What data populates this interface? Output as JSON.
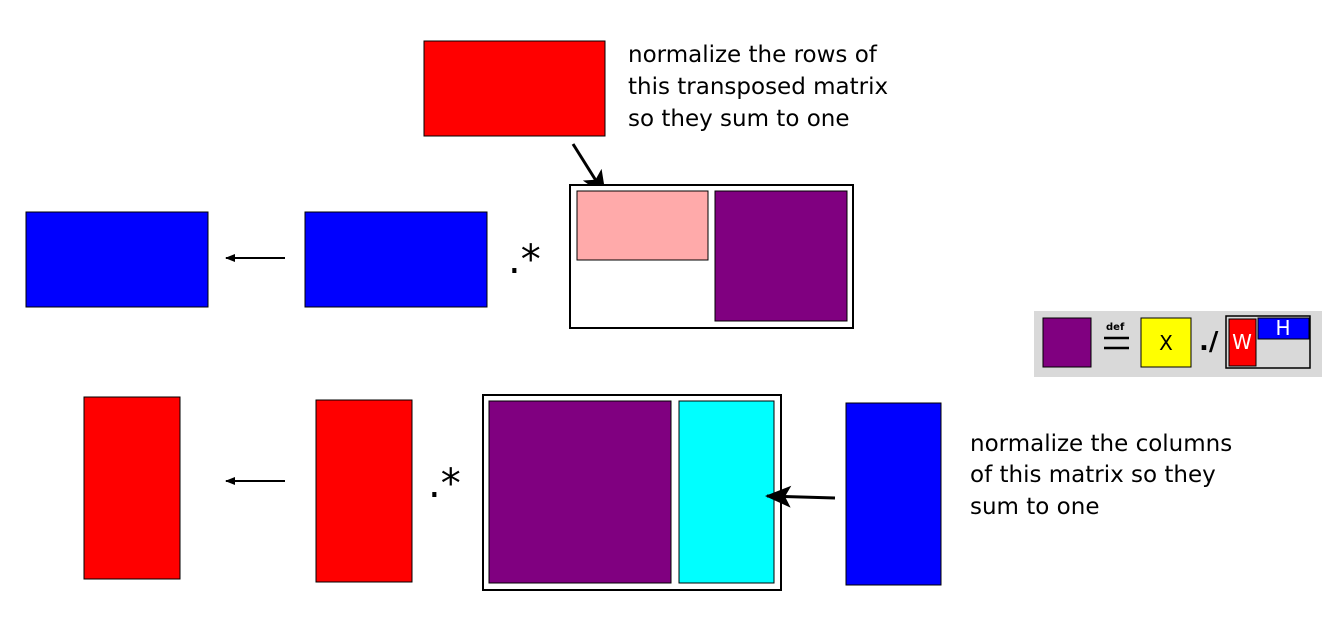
{
  "annotations": {
    "top_note": [
      "normalize the rows of",
      "this transposed matrix",
      "so they sum to one"
    ],
    "bottom_note": [
      "normalize the columns",
      "of this matrix so they",
      "sum to one"
    ]
  },
  "operators": {
    "elementwise_multiply": ".*",
    "definition": "def",
    "elementwise_divide": "./"
  },
  "legend": {
    "x_label": "X",
    "w_label": "W",
    "h_label": "H"
  },
  "colors": {
    "red": "#ff0000",
    "blue": "#0000ff",
    "purple": "#800080",
    "pink": "#ffaaaa",
    "cyan": "#00ffff",
    "yellow": "#ffff00",
    "legend_bg": "#d9d9d9"
  }
}
